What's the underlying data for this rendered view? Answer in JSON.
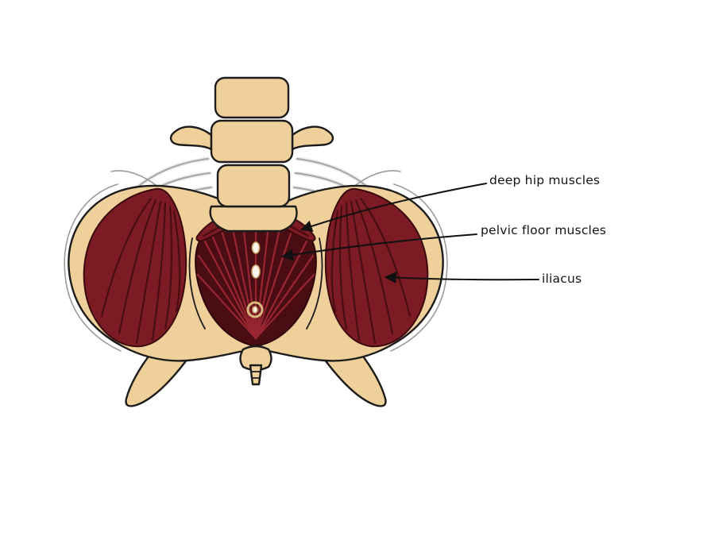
{
  "figure": {
    "title": "pelvis muscles illustration",
    "background": "#ffffff",
    "colors": {
      "bone": "#f0d09a",
      "bone_outline": "#1c1c1c",
      "muscle_red": "#7d1b24",
      "muscle_dark": "#4a0d13",
      "striation": "#9a2731",
      "ligament": "#a8a8a8",
      "arrow": "#111111"
    },
    "labels": [
      {
        "id": "deep-hip-muscles",
        "text": "deep hip muscles"
      },
      {
        "id": "pelvic-floor-muscles",
        "text": "pelvic floor muscles"
      },
      {
        "id": "iliacus",
        "text": "iliacus"
      }
    ]
  }
}
